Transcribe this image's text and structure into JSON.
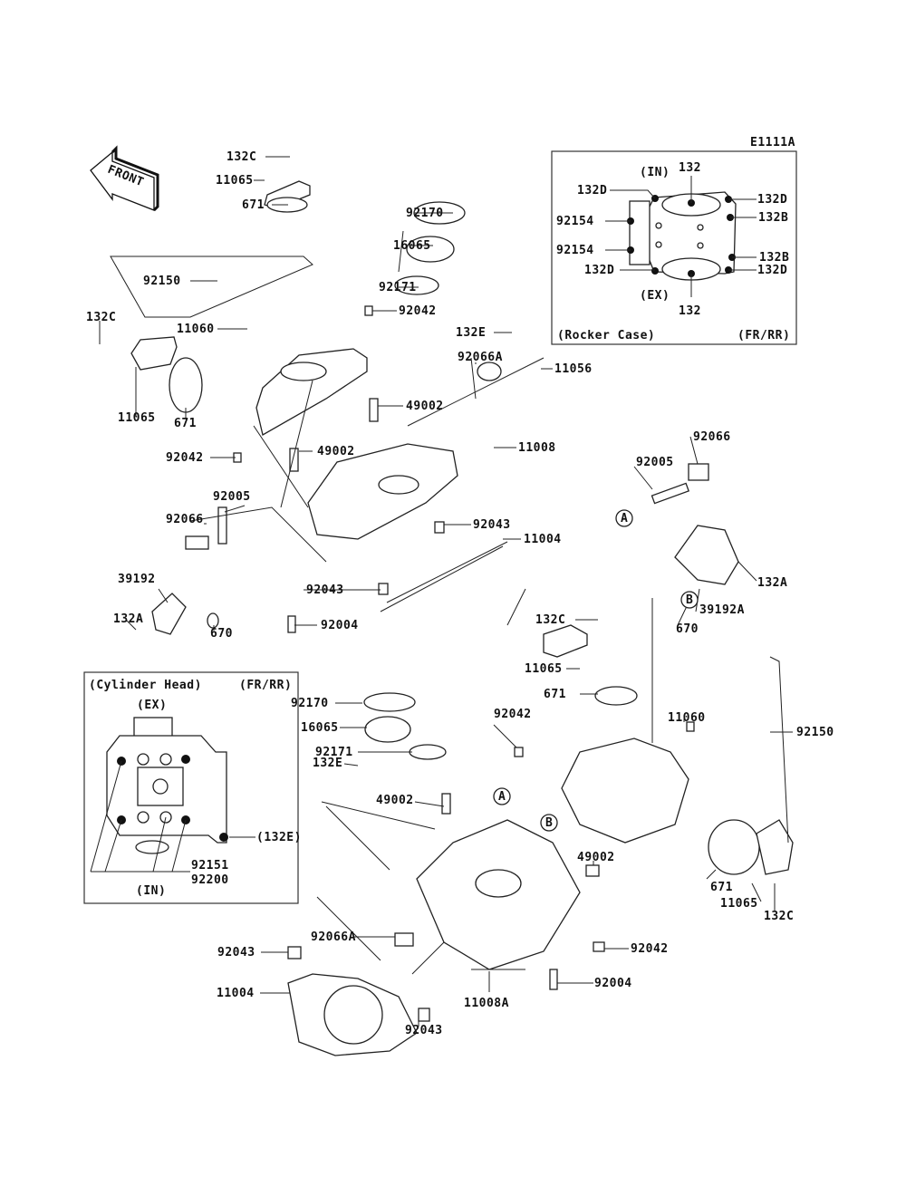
{
  "diagram_code": "E1111A",
  "front_arrow": "FRONT",
  "rocker_inset": {
    "title": "(Rocker Case)",
    "variant": "(FR/RR)",
    "in_label": "(IN)",
    "ex_label": "(EX)",
    "labels": [
      "132",
      "132D",
      "132D",
      "132B",
      "92154",
      "92154",
      "132B",
      "132D",
      "132D",
      "132"
    ]
  },
  "cylinder_inset": {
    "title": "(Cylinder Head)",
    "variant": "(FR/RR)",
    "ex_label": "(EX)",
    "in_label": "(IN)",
    "labels": [
      "(132E)",
      "92151",
      "92200"
    ]
  },
  "callouts": [
    "A",
    "B",
    "A",
    "B"
  ],
  "part_labels": [
    "132C",
    "11065",
    "671",
    "92170",
    "16065",
    "92150",
    "92171",
    "92042",
    "132C",
    "11060",
    "132E",
    "11056",
    "92066A",
    "11065",
    "671",
    "49002",
    "49002",
    "11008",
    "92042",
    "92066",
    "92005",
    "92005",
    "92066",
    "92043",
    "11004",
    "39192",
    "132A",
    "92043",
    "132A",
    "670",
    "92004",
    "39192A",
    "670",
    "132C",
    "11065",
    "671",
    "92170",
    "16065",
    "11060",
    "92150",
    "92042",
    "92171",
    "132E",
    "49002",
    "49002",
    "671",
    "11065",
    "132C",
    "92066A",
    "92043",
    "92042",
    "11004",
    "92004",
    "11008A",
    "92043"
  ]
}
